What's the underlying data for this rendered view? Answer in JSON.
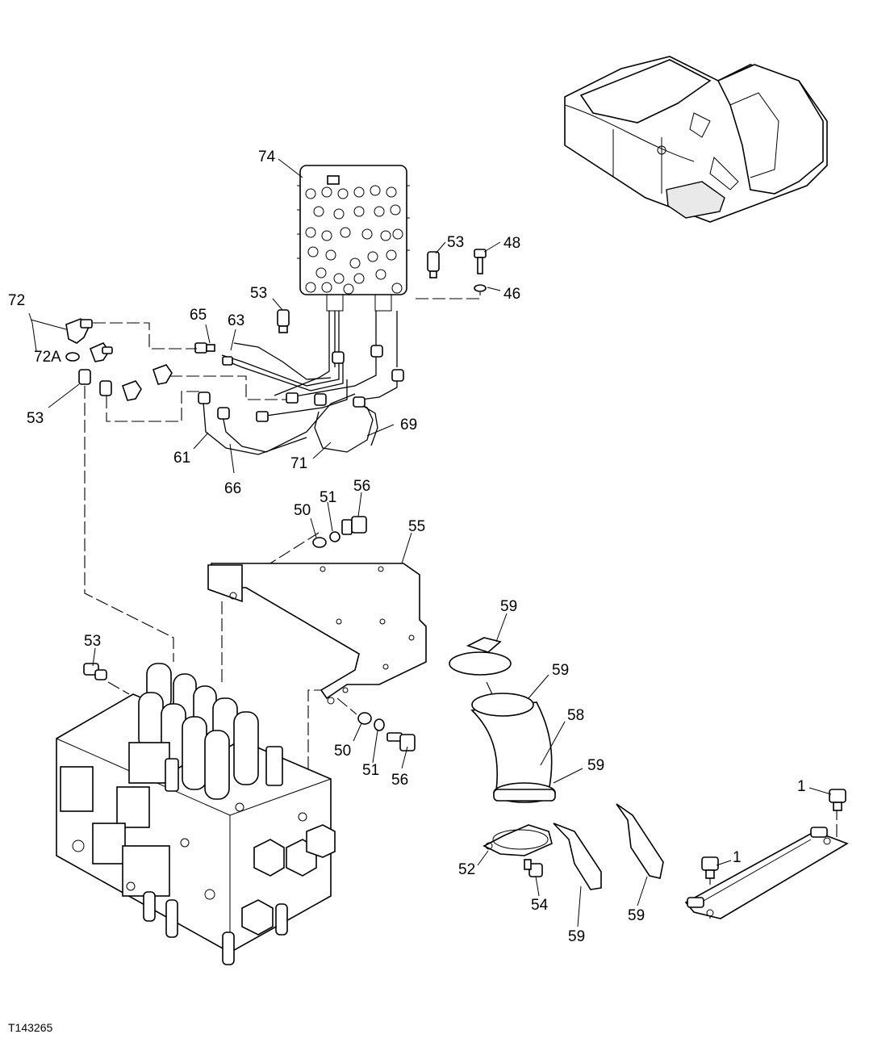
{
  "figure_code": "T143265",
  "callouts": [
    "74",
    "53",
    "48",
    "46",
    "72",
    "72A",
    "65",
    "63",
    "53",
    "53",
    "61",
    "66",
    "71",
    "69",
    "50",
    "51",
    "56",
    "55",
    "59",
    "53",
    "59",
    "58",
    "59",
    "50",
    "51",
    "56",
    "1",
    "1",
    "52",
    "54",
    "59",
    "59"
  ]
}
